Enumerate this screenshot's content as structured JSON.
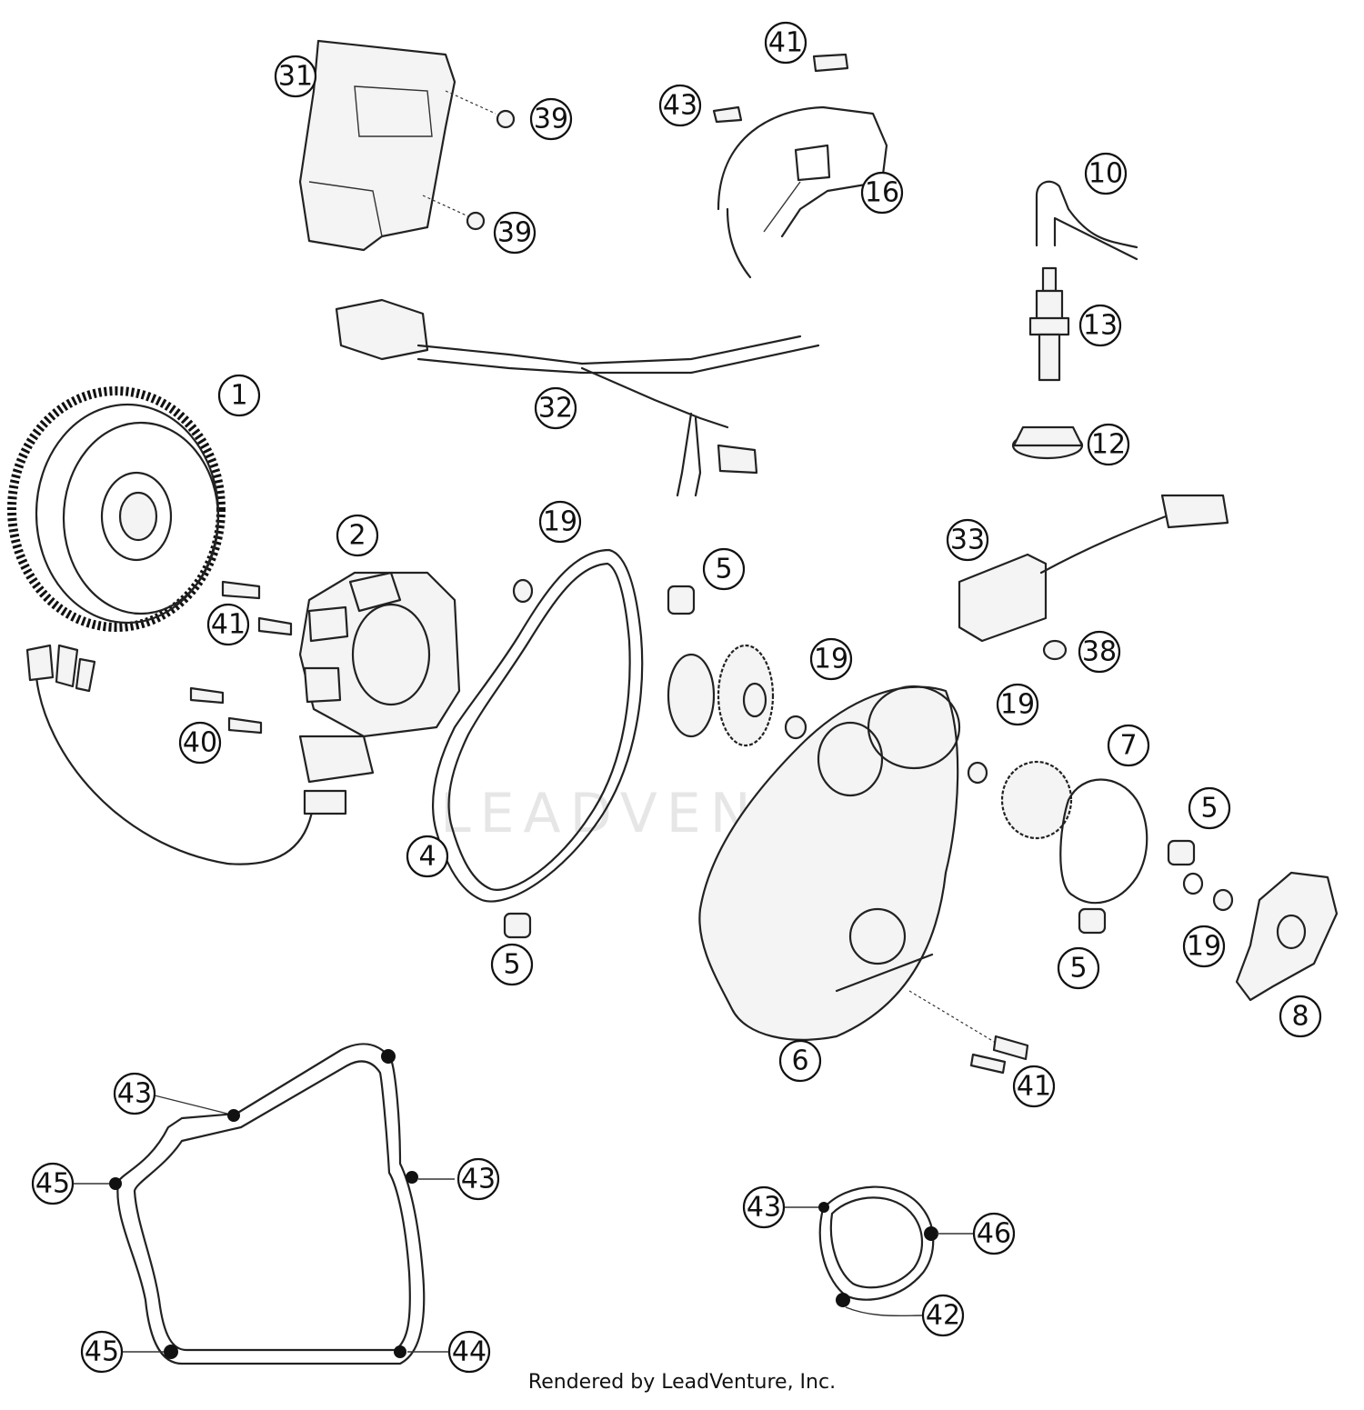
{
  "watermark": "LEADVENTURE",
  "credit": "Rendered by LeadVenture, Inc.",
  "callouts": [
    "31",
    "39",
    "39",
    "41",
    "43",
    "16",
    "10",
    "13",
    "12",
    "32",
    "1",
    "2",
    "41",
    "40",
    "19",
    "5",
    "4",
    "5",
    "33",
    "38",
    "19",
    "19",
    "7",
    "5",
    "5",
    "19",
    "8",
    "6",
    "41",
    "43",
    "45",
    "43",
    "45",
    "44",
    "43",
    "46",
    "42"
  ]
}
